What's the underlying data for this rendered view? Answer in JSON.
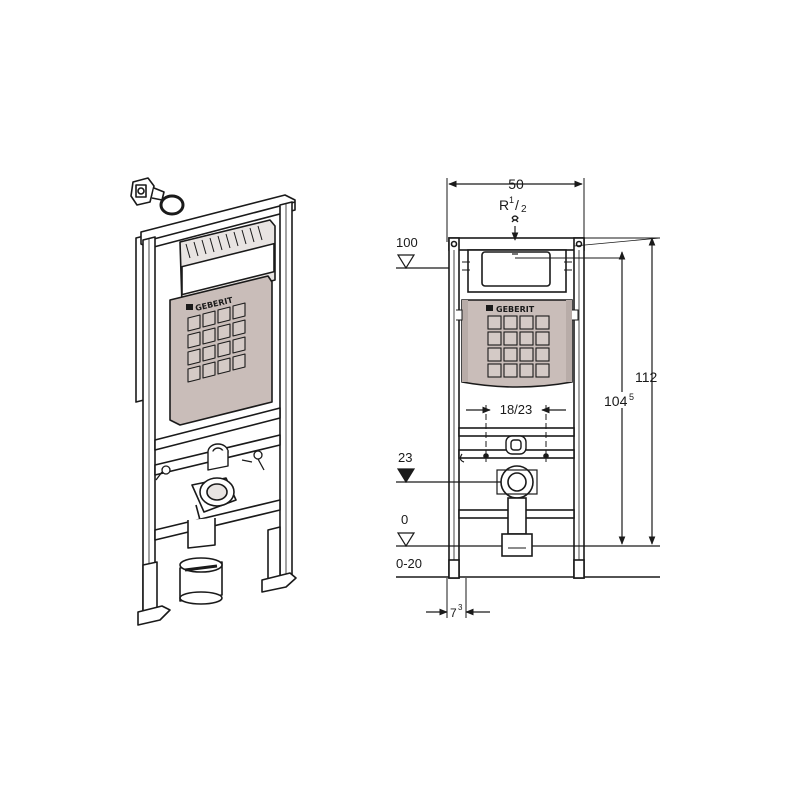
{
  "colors": {
    "line": "#1a1a1a",
    "panel": "#c9bdb9",
    "panel_dark": "#b8aca8",
    "frame": "#ffffff",
    "background": "#ffffff"
  },
  "brand": {
    "logo_text": "GEBERIT"
  },
  "dimensions": {
    "width": "50",
    "thread_prefix": "R",
    "thread_num": "1",
    "thread_den": "2",
    "level_top": "100",
    "level_mid": "23",
    "level_floor": "0",
    "floor_range": "0-20",
    "height_total": "112",
    "height_flush": "104",
    "height_flush_sup": "5",
    "bolt_spacing": "18/23",
    "foot_offset": "7",
    "foot_offset_sup": "3"
  },
  "icons": {
    "drop_arrow": "level-triangle-icon",
    "water_connection": "water-valve-icon",
    "seal_ring": "seal-ring-icon",
    "logo": "geberit-logo-icon"
  }
}
